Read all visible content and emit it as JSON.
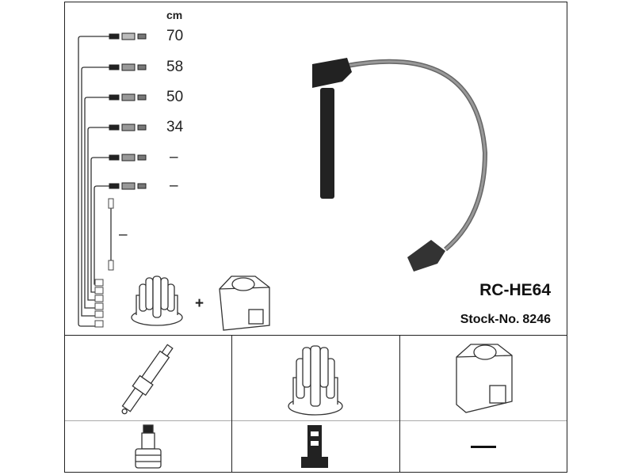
{
  "diagram": {
    "unit_label": "cm",
    "cable_lengths": [
      "70",
      "58",
      "50",
      "34",
      "–",
      "–"
    ],
    "coil_lead_length": "–",
    "plus_sign": "+",
    "part_number": "RC-HE64",
    "stock_label": "Stock-No.",
    "stock_number": "8246"
  },
  "parts_table": {
    "row1": [
      "spark-plug",
      "distributor-cap",
      "ignition-coil"
    ],
    "row2": [
      "plug-connector",
      "cap-connector",
      "none"
    ],
    "none_symbol": "—"
  }
}
